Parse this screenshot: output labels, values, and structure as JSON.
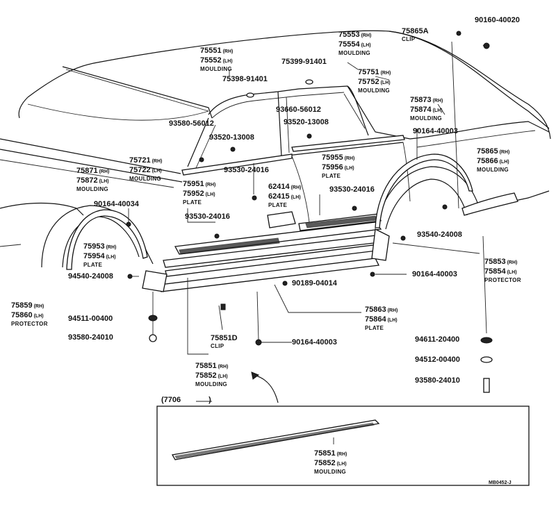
{
  "groups": {
    "g75551": {
      "rh": "75551",
      "rh_tag": "(RH)",
      "lh": "75552",
      "lh_tag": "(LH)",
      "name": "MOULDING"
    },
    "g75553": {
      "rh": "75553",
      "rh_tag": "(RH)",
      "lh": "75554",
      "lh_tag": "(LH)",
      "name": "MOULDING"
    },
    "g75751": {
      "rh": "75751",
      "rh_tag": "(RH)",
      "lh": "75752",
      "lh_tag": "(LH)",
      "name": "MOULDING"
    },
    "g75873": {
      "rh": "75873",
      "rh_tag": "(RH)",
      "lh": "75874",
      "lh_tag": "(LH)",
      "name": "MOULDING"
    },
    "g75721": {
      "rh": "75721",
      "rh_tag": "(RH)",
      "lh": "75722",
      "lh_tag": "(LH)",
      "name": "MOULDING"
    },
    "g75871": {
      "rh": "75871",
      "rh_tag": "(RH)",
      "lh": "75872",
      "lh_tag": "(LH)",
      "name": "MOULDING"
    },
    "g75955": {
      "rh": "75955",
      "rh_tag": "(RH)",
      "lh": "75956",
      "lh_tag": "(LH)",
      "name": "PLATE"
    },
    "g75865": {
      "rh": "75865",
      "rh_tag": "(RH)",
      "lh": "75866",
      "lh_tag": "(LH)",
      "name": "MOULDING"
    },
    "g75951": {
      "rh": "75951",
      "rh_tag": "(RH)",
      "lh": "75952",
      "lh_tag": "(LH)",
      "name": "PLATE"
    },
    "g62414": {
      "rh": "62414",
      "rh_tag": "(RH)",
      "lh": "62415",
      "lh_tag": "(LH)",
      "name": "PLATE"
    },
    "g75953": {
      "rh": "75953",
      "rh_tag": "(RH)",
      "lh": "75954",
      "lh_tag": "(LH)",
      "name": "PLATE"
    },
    "g75853": {
      "rh": "75853",
      "rh_tag": "(RH)",
      "lh": "75854",
      "lh_tag": "(LH)",
      "name": "PROTECTOR"
    },
    "g75859": {
      "rh": "75859",
      "rh_tag": "(RH)",
      "lh": "75860",
      "lh_tag": "(LH)",
      "name": "PROTECTOR"
    },
    "g75863": {
      "rh": "75863",
      "rh_tag": "(RH)",
      "lh": "75864",
      "lh_tag": "(LH)",
      "name": "PLATE"
    },
    "g75851": {
      "rh": "75851",
      "rh_tag": "(RH)",
      "lh": "75852",
      "lh_tag": "(LH)",
      "name": "MOULDING"
    },
    "g75851b": {
      "rh": "75851",
      "rh_tag": "(RH)",
      "lh": "75852",
      "lh_tag": "(LH)",
      "name": "MOULDING"
    },
    "g75865A": {
      "rh": "75865A",
      "rh_tag": "",
      "lh": "",
      "lh_tag": "",
      "name": "CLIP"
    },
    "g75851D": {
      "rh": "75851D",
      "rh_tag": "",
      "lh": "",
      "lh_tag": "",
      "name": "CLIP"
    }
  },
  "singles": {
    "p90160_40020": "90160-40020",
    "p75399_91401": "75399-91401",
    "p75398_91401": "75398-91401",
    "p93580_56012": "93580-56012",
    "p93520_13008a": "93520-13008",
    "p93660_56012": "93660-56012",
    "p93520_13008b": "93520-13008",
    "p90164_40003a": "90164-40003",
    "p93530_24016a": "93530-24016",
    "p90164_40034": "90164-40034",
    "p93530_24016b": "93530-24016",
    "p93530_24016c": "93530-24016",
    "p93540_24008": "93540-24008",
    "p94540_24008": "94540-24008",
    "p90164_40003b": "90164-40003",
    "p90189_04014": "90189-04014",
    "p94511_00400": "94511-00400",
    "p93580_24010a": "93580-24010",
    "p90164_40003c": "90164-40003",
    "p94611_20400": "94611-20400",
    "p94512_00400": "94512-00400",
    "p93580_24010b": "93580-24010"
  },
  "inset_ref": "(7706",
  "inset_ref_close": ")",
  "figure_code": "MB0452-J"
}
